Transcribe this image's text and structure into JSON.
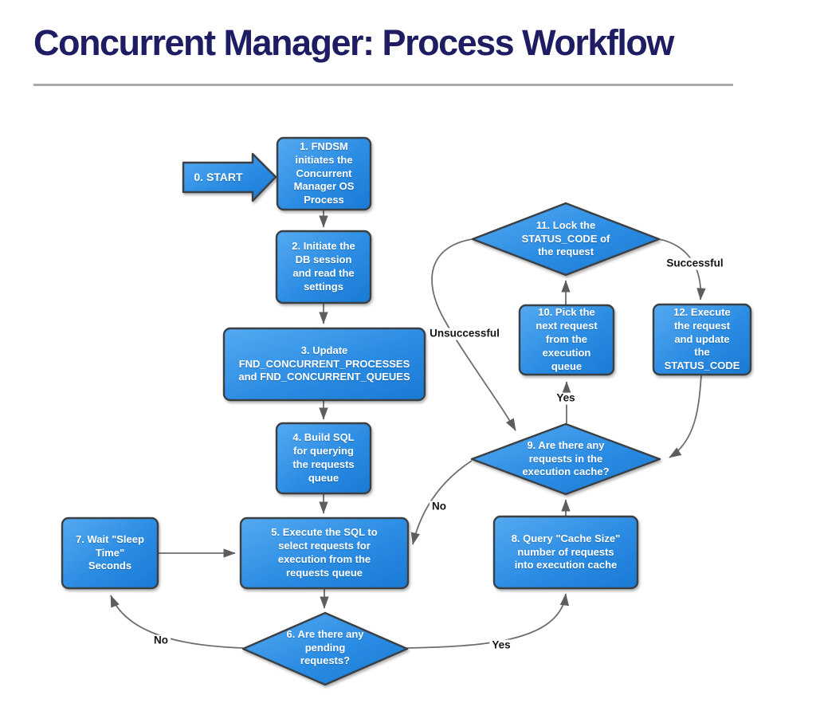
{
  "title": "Concurrent Manager: Process Workflow",
  "colors": {
    "title_color": "#1e1c62",
    "divider": "#ababab",
    "node_fill_top": "#55aaf1",
    "node_fill_mid": "#2b8ce3",
    "node_fill_bottom": "#1a7ad4",
    "node_border": "#3a4045",
    "node_text": "#ffffff",
    "connector": "#6e6e6e",
    "arrowhead": "#5d5d5d"
  },
  "nodes": {
    "start": {
      "label": "0. START"
    },
    "n1": {
      "label": "1. FNDSM\ninitiates the\nConcurrent\nManager OS\nProcess"
    },
    "n2": {
      "label": "2. Initiate the\nDB session\nand read the\nsettings"
    },
    "n3": {
      "label": "3. Update\nFND_CONCURRENT_PROCESSES\nand FND_CONCURRENT_QUEUES"
    },
    "n4": {
      "label": "4. Build SQL\nfor querying\nthe requests\nqueue"
    },
    "n5": {
      "label": "5. Execute the SQL to\nselect requests for\nexecution from the\nrequests queue"
    },
    "d6": {
      "label": "6. Are there any\npending\nrequests?"
    },
    "n7": {
      "label": "7. Wait \"Sleep\nTime\"\nSeconds"
    },
    "n8": {
      "label": "8. Query \"Cache Size\"\nnumber of requests\ninto execution cache"
    },
    "d9": {
      "label": "9. Are there any\nrequests in the\nexecution cache?"
    },
    "n10": {
      "label": "10. Pick the\nnext request\nfrom the\nexecution\nqueue"
    },
    "d11": {
      "label": "11. Lock the\nSTATUS_CODE of\nthe request"
    },
    "n12": {
      "label": "12. Execute\nthe request\nand update\nthe\nSTATUS_CODE"
    }
  },
  "edge_labels": {
    "unsuccessful": "Unsuccessful",
    "successful": "Successful",
    "yes_cache": "Yes",
    "no_cache": "No",
    "no_pending": "No",
    "yes_pending": "Yes"
  }
}
